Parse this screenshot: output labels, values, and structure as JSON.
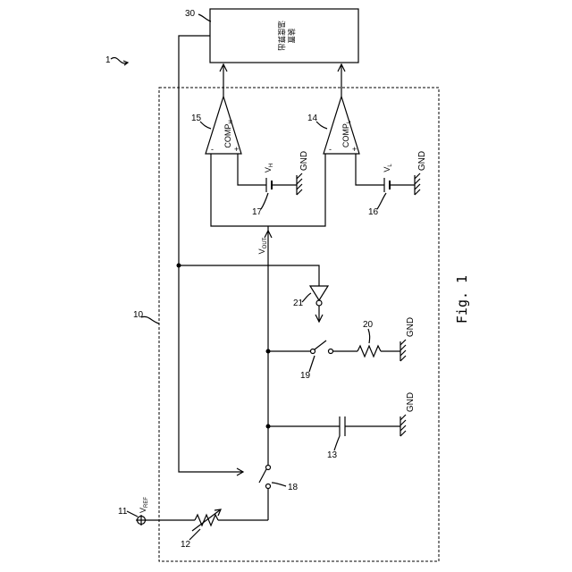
{
  "figure_label": "Fig. 1",
  "device_ref": "1",
  "box_ref": "10",
  "calc_device": {
    "ref": "30",
    "text_line1": "温度算出",
    "text_line2": "装置"
  },
  "comparators": [
    {
      "ref": "15",
      "label": "COMP",
      "sub": "H",
      "minus": "-",
      "plus": "+"
    },
    {
      "ref": "14",
      "label": "COMP",
      "sub": "L",
      "minus": "-",
      "plus": "+"
    }
  ],
  "references": [
    {
      "ref": "17",
      "label": "V",
      "sub": "H"
    },
    {
      "ref": "16",
      "label": "V",
      "sub": "L"
    }
  ],
  "gnd_label": "GND",
  "vout": {
    "label": "V",
    "sub": "OUT"
  },
  "vref": {
    "ref": "11",
    "label": "V",
    "sub": "REF"
  },
  "parts": {
    "resistor_var": "12",
    "capacitor": "13",
    "switch_main": "18",
    "switch_dis": "19",
    "resistor": "20",
    "inverter": "21"
  }
}
